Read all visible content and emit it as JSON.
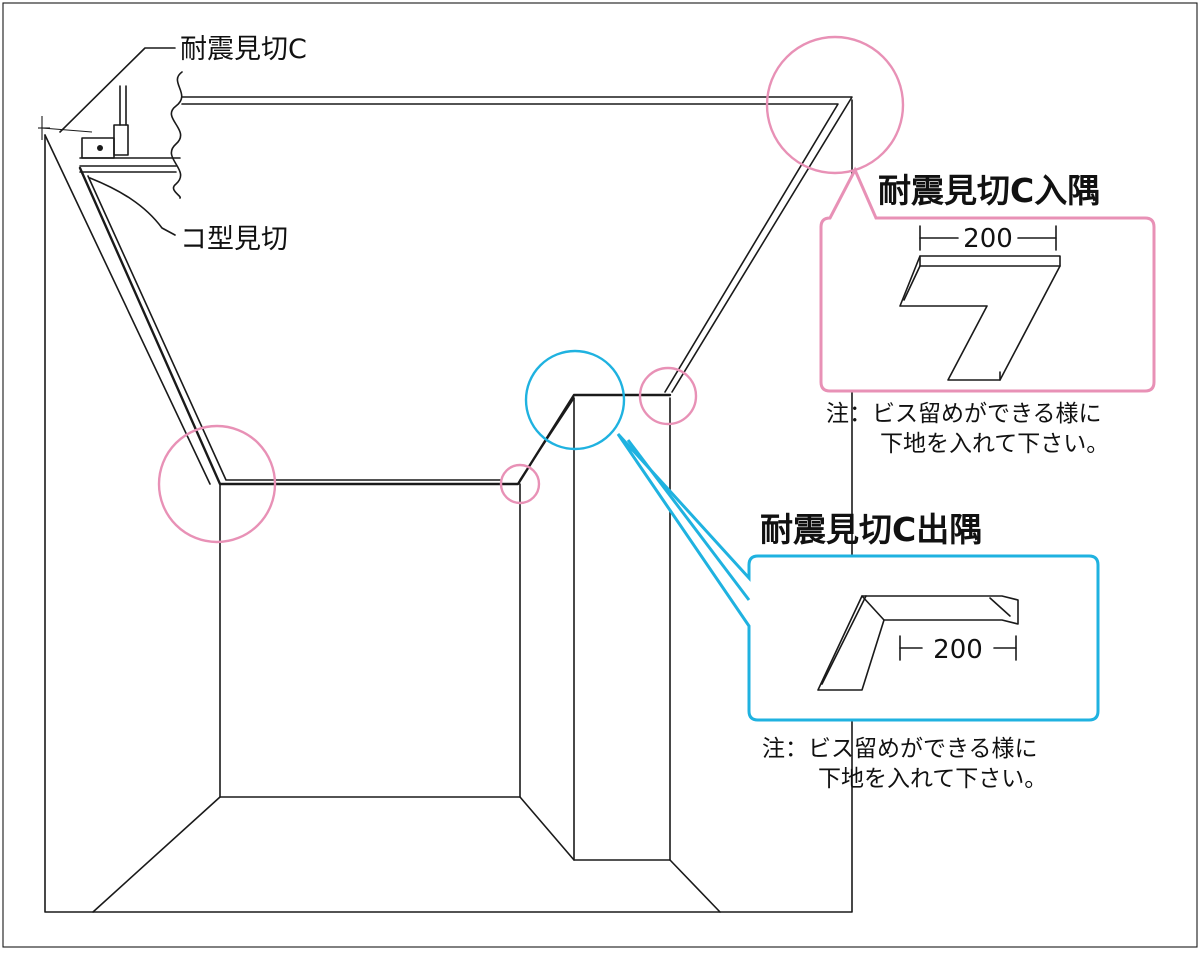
{
  "labels": {
    "seismic_trim_c": "耐震見切C",
    "u_trim": "コ型見切"
  },
  "inside_corner": {
    "title": "耐震見切C入隅",
    "dimension": "200",
    "note_line1": "注：ビス留めができる様に",
    "note_line2": "下地を入れて下さい。"
  },
  "outside_corner": {
    "title": "耐震見切C出隅",
    "dimension": "200",
    "note_line1": "注：ビス留めができる様に",
    "note_line2": "下地を入れて下さい。"
  },
  "colors": {
    "inside_accent": "#e891b6",
    "outside_accent": "#1fb2e0",
    "line": "#1a1a1a"
  }
}
